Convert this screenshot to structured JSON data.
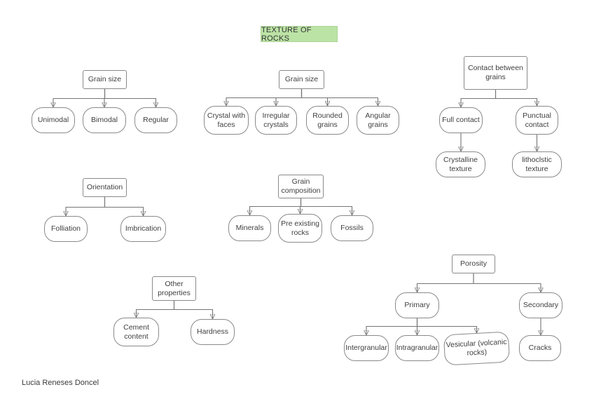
{
  "title": "TEXTURE OF ROCKS",
  "signature": "Lucia Reneses Doncel",
  "colors": {
    "title_bg": "#bce3a6",
    "node_border": "#8a8a8a",
    "connector": "#757575",
    "arrowhead": "#555555",
    "text": "#3f3f3f"
  },
  "nodes": {
    "t1root": "Grain size",
    "t1c1": "Unimodal",
    "t1c2": "Bimodal",
    "t1c3": "Regular",
    "t2root": "Grain size",
    "t2c1": "Crystal with faces",
    "t2c2": "Irregular crystals",
    "t2c3": "Rounded grains",
    "t2c4": "Angular grains",
    "t3root": "Contact between grains",
    "t3c1": "Full contact",
    "t3c2": "Punctual contact",
    "t3g1": "Crystalline texture",
    "t3g2": "lithoclstic texture",
    "t4root": "Orientation",
    "t4c1": "Folliation",
    "t4c2": "Imbrication",
    "t5root": "Grain composition",
    "t5c1": "Minerals",
    "t5c2": "Pre existing rocks",
    "t5c3": "Fossils",
    "t6root": "Other properties",
    "t6c1": "Cement content",
    "t6c2": "Hardness",
    "t7root": "Porosity",
    "t7c1": "Primary",
    "t7c2": "Secondary",
    "t7g1": "Intergranular",
    "t7g2": "Intragranular",
    "t7g3": "Vesicular (volcanic rocks)",
    "t7g4": "Cracks"
  },
  "edges": [
    [
      "t1root",
      "t1c1"
    ],
    [
      "t1root",
      "t1c2"
    ],
    [
      "t1root",
      "t1c3"
    ],
    [
      "t2root",
      "t2c1"
    ],
    [
      "t2root",
      "t2c2"
    ],
    [
      "t2root",
      "t2c3"
    ],
    [
      "t2root",
      "t2c4"
    ],
    [
      "t3root",
      "t3c1"
    ],
    [
      "t3root",
      "t3c2"
    ],
    [
      "t3c1",
      "t3g1"
    ],
    [
      "t3c2",
      "t3g2"
    ],
    [
      "t4root",
      "t4c1"
    ],
    [
      "t4root",
      "t4c2"
    ],
    [
      "t5root",
      "t5c1"
    ],
    [
      "t5root",
      "t5c2"
    ],
    [
      "t5root",
      "t5c3"
    ],
    [
      "t6root",
      "t6c1"
    ],
    [
      "t6root",
      "t6c2"
    ],
    [
      "t7root",
      "t7c1"
    ],
    [
      "t7root",
      "t7c2"
    ],
    [
      "t7c1",
      "t7g1"
    ],
    [
      "t7c1",
      "t7g2"
    ],
    [
      "t7c1",
      "t7g3"
    ],
    [
      "t7c2",
      "t7g4"
    ]
  ]
}
